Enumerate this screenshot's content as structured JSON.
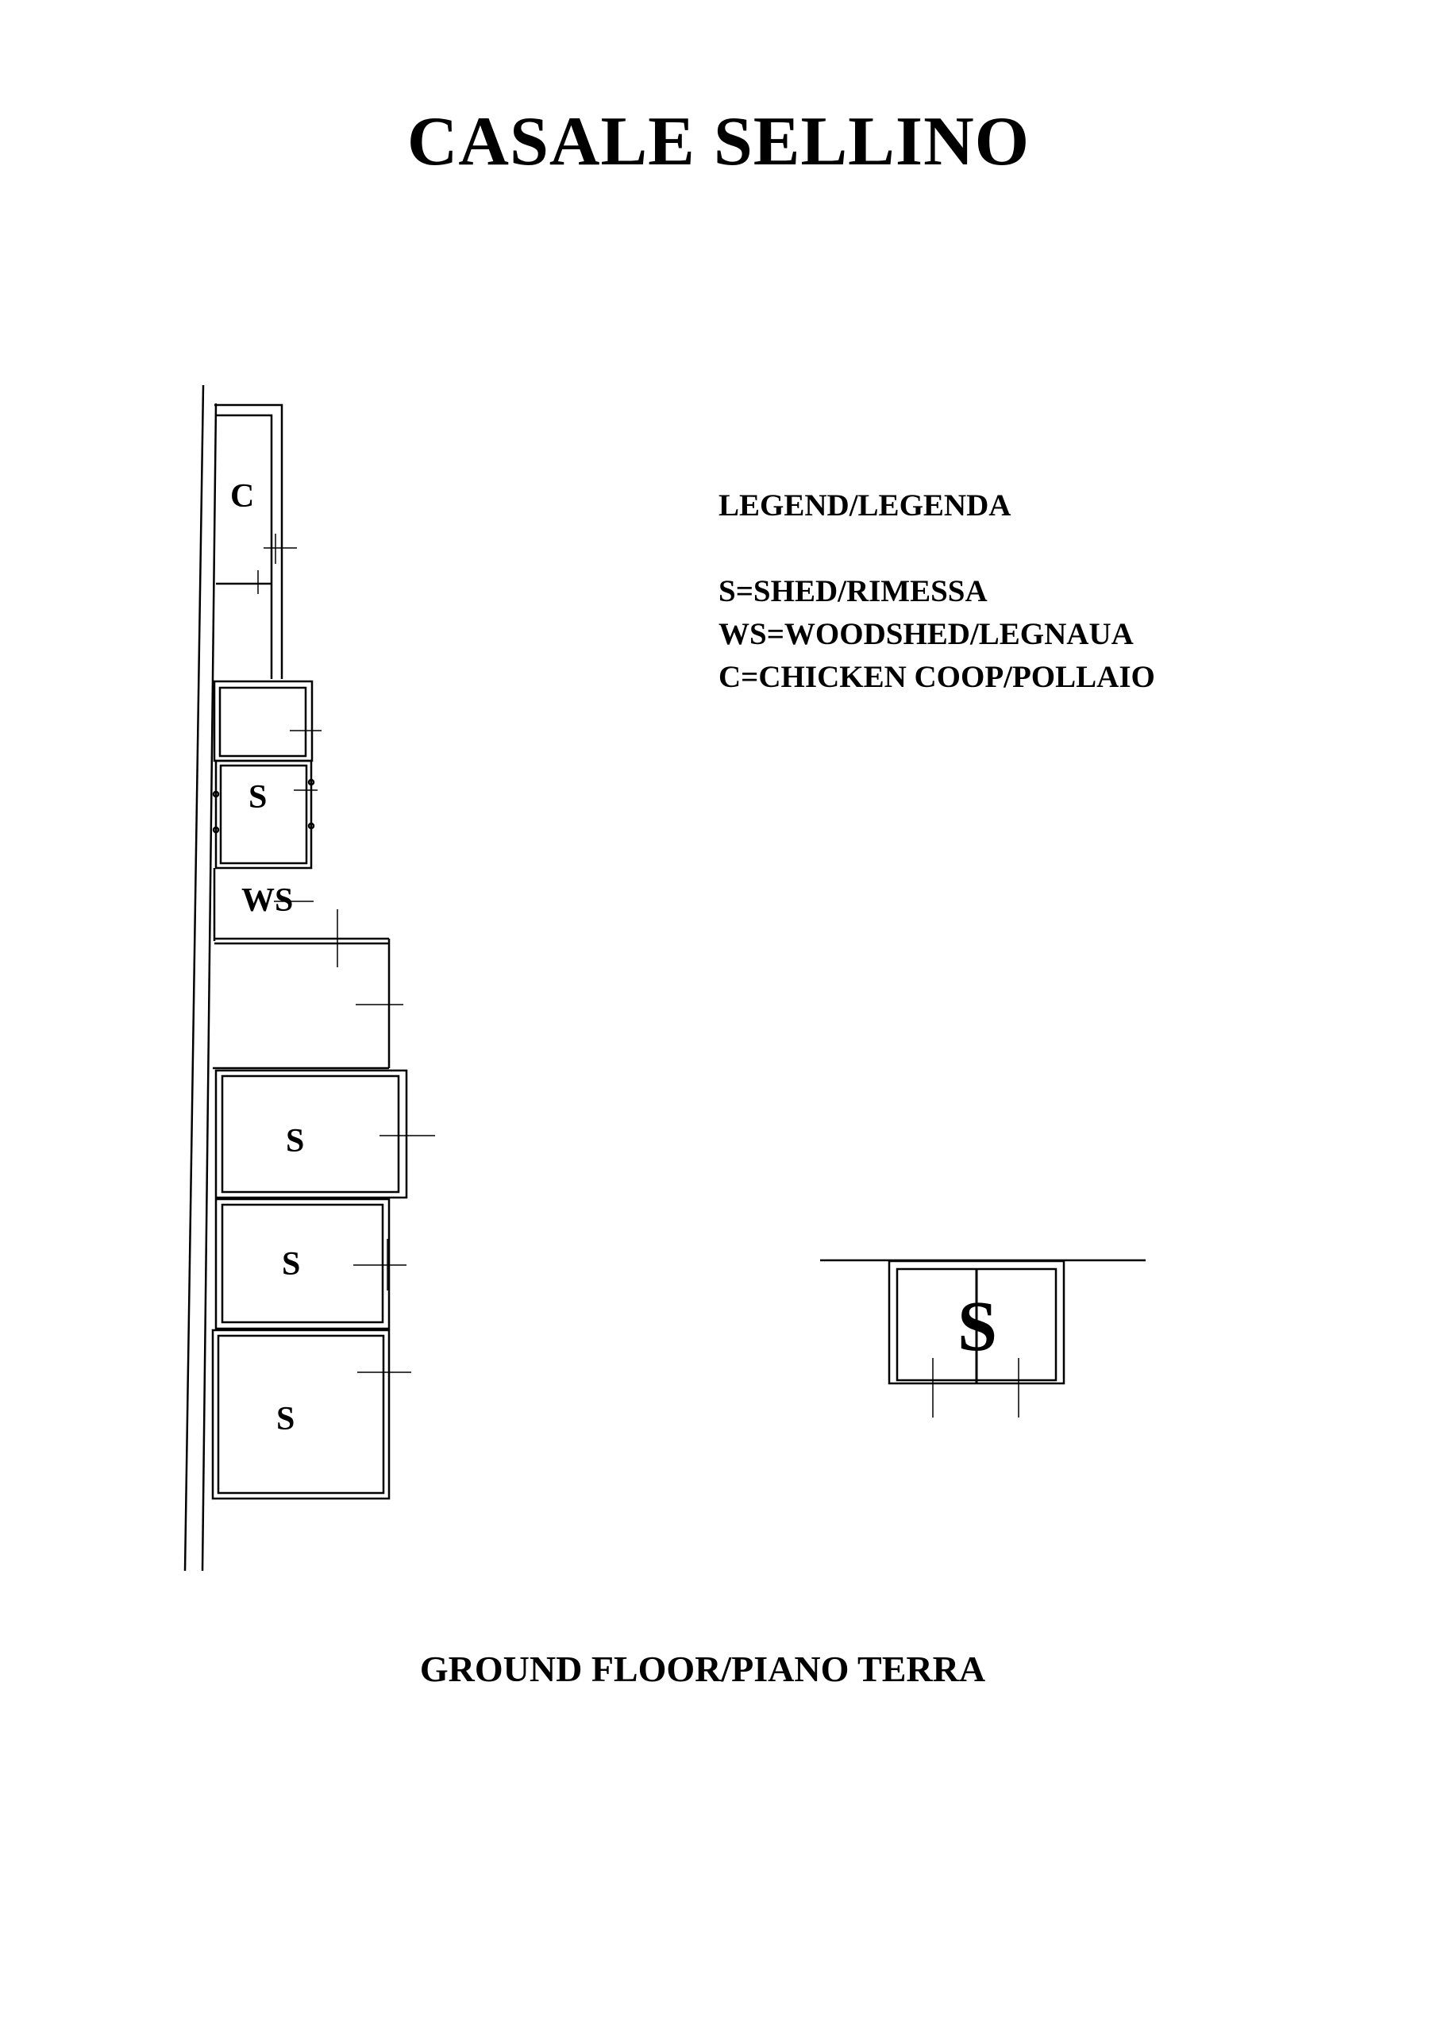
{
  "title": "CASALE SELLINO",
  "legend": {
    "heading": "LEGEND/LEGENDA",
    "items": [
      "S=SHED/RIMESSA",
      "WS=WOODSHED/LEGNAUA",
      "C=CHICKEN COOP/POLLAIO"
    ]
  },
  "rooms": {
    "coop": "C",
    "shed_top": "S",
    "woodshed": "WS",
    "shed_mid": "S",
    "shed_lower": "S",
    "shed_bottom": "S",
    "shed_detached": "S"
  },
  "footer": "GROUND FLOOR/PIANO TERRA"
}
